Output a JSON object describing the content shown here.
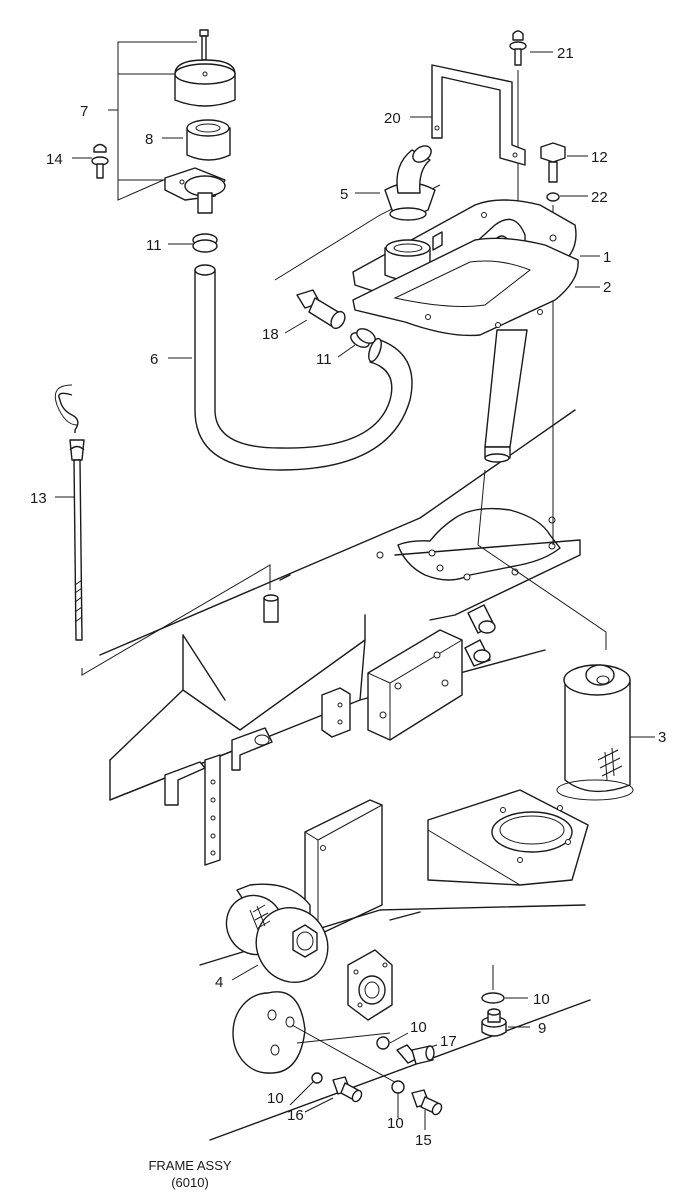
{
  "labels": {
    "p1": "1",
    "p2": "2",
    "p3": "3",
    "p4": "4",
    "p5": "5",
    "p6": "6",
    "p7": "7",
    "p8": "8",
    "p9": "9",
    "p10a": "10",
    "p10b": "10",
    "p10c": "10",
    "p10d": "10",
    "p11a": "11",
    "p11b": "11",
    "p12": "12",
    "p13": "13",
    "p14": "14",
    "p15": "15",
    "p16": "16",
    "p17": "17",
    "p18": "18",
    "p20": "20",
    "p21": "21",
    "p22": "22"
  },
  "caption": {
    "line1": "FRAME ASSY",
    "line2": "(6010)"
  }
}
